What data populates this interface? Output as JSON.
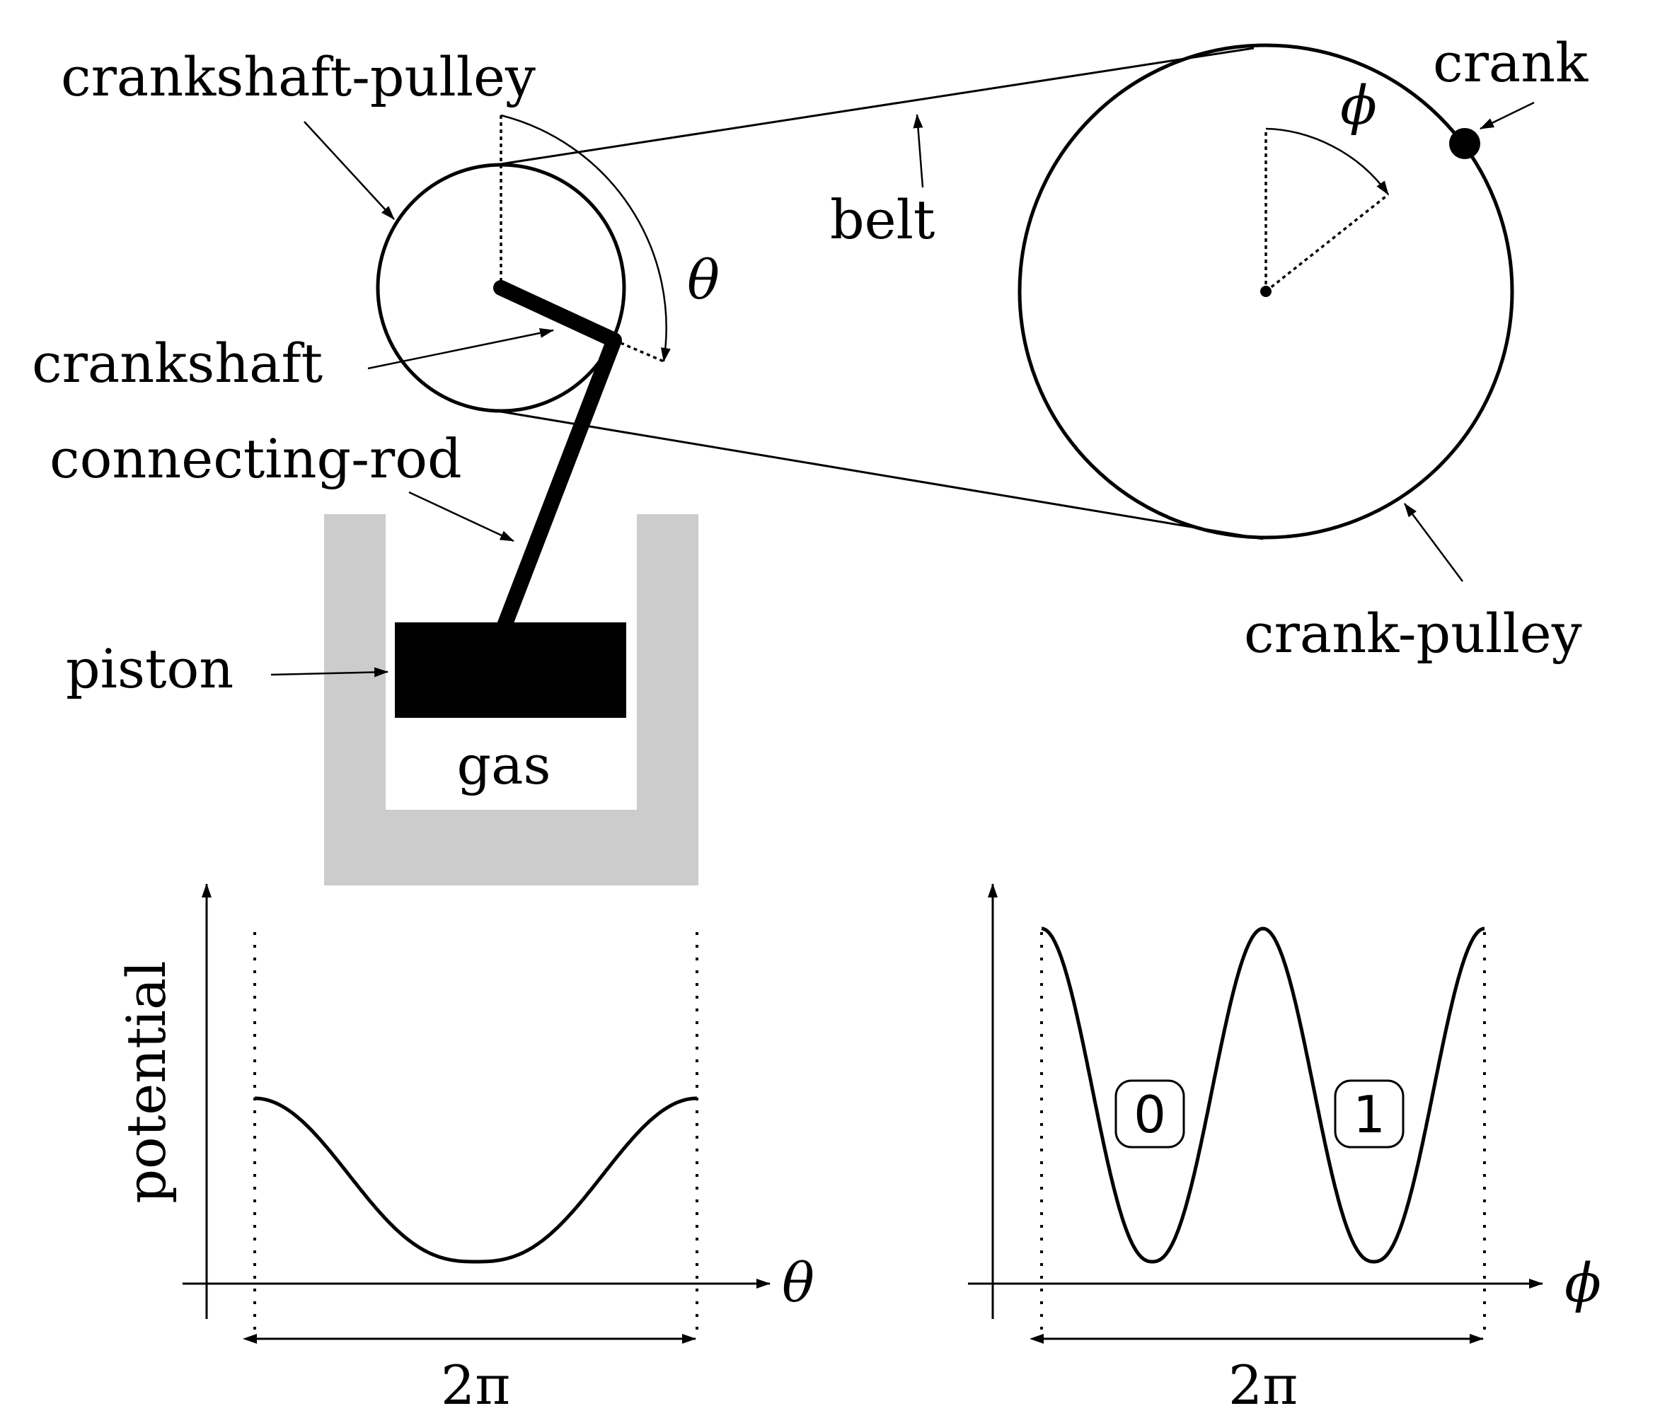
{
  "labels": {
    "crankshaft_pulley": "crankshaft-pulley",
    "crankshaft": "crankshaft",
    "connecting_rod": "connecting-rod",
    "piston": "piston",
    "gas": "gas",
    "belt": "belt",
    "crank": "crank",
    "crank_pulley": "crank-pulley",
    "theta": "θ",
    "phi": "ϕ"
  },
  "plots": {
    "left": {
      "ylabel": "potential",
      "xlabel": "θ",
      "period": "2π"
    },
    "right": {
      "xlabel": "ϕ",
      "period": "2π",
      "wells": [
        "0",
        "1"
      ]
    }
  },
  "colors": {
    "ink": "#000000",
    "cylinder": "#cccccc",
    "background": "#ffffff"
  }
}
